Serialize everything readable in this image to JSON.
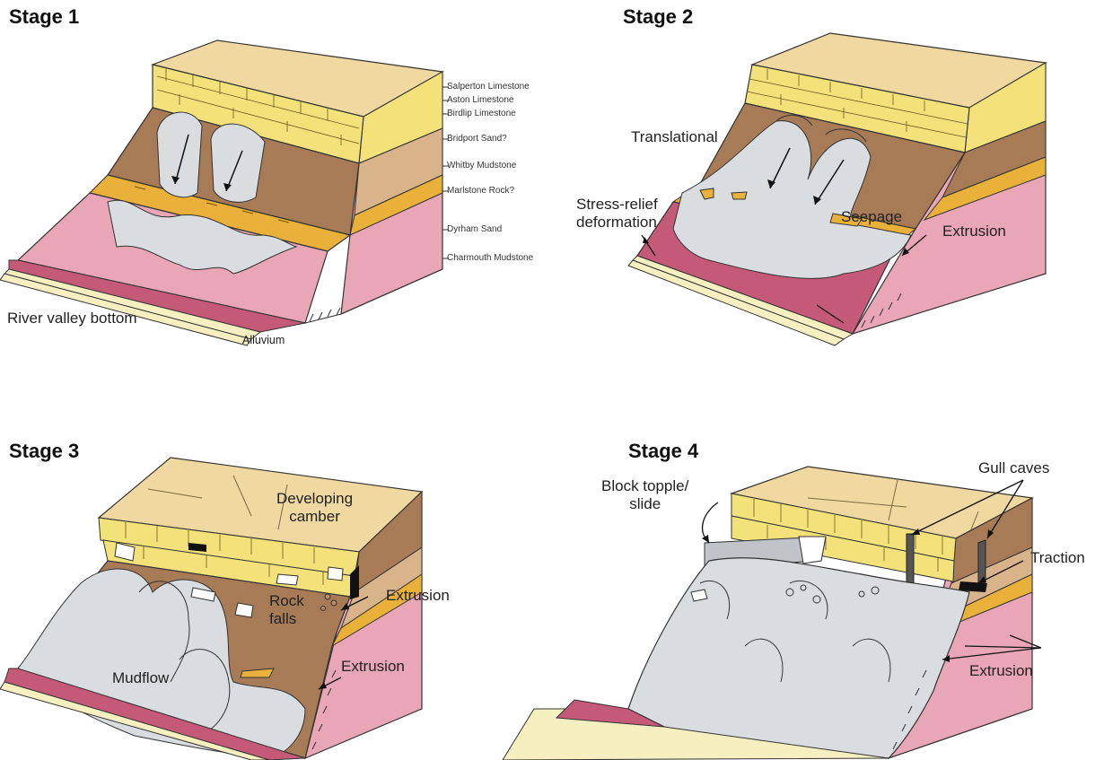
{
  "stages": [
    {
      "title": "Stage 1"
    },
    {
      "title": "Stage 2"
    },
    {
      "title": "Stage 3"
    },
    {
      "title": "Stage 4"
    }
  ],
  "stage1": {
    "strata": [
      "Salperton Limestone",
      "Aston Limestone",
      "Birdlip Limestone",
      "Bridport Sand?",
      "Whitby Mudstone",
      "Marlstone Rock?",
      "Dyrham Sand",
      "Charmouth Mudstone"
    ],
    "river_valley_bottom": "River valley bottom",
    "alluvium": "Alluvium"
  },
  "stage2": {
    "translational": "Translational",
    "stress_relief_line1": "Stress-relief",
    "stress_relief_line2": "deformation",
    "seepage": "Seepage",
    "extrusion": "Extrusion"
  },
  "stage3": {
    "developing_camber_line1": "Developing",
    "developing_camber_line2": "camber",
    "rock_falls_line1": "Rock",
    "rock_falls_line2": "falls",
    "extrusion_upper": "Extrusion",
    "extrusion_lower": "Extrusion",
    "mudflow": "Mudflow"
  },
  "stage4": {
    "block_topple_line1": "Block topple/",
    "block_topple_line2": "slide",
    "gull_caves": "Gull caves",
    "traction": "Traction",
    "extrusion": "Extrusion"
  },
  "colors": {
    "limestone_top": "#f0d9a0",
    "limestone": "#f3e27a",
    "mudstone_brown": "#a67b55",
    "sand_tan": "#d9b48a",
    "marlstone": "#e9b13a",
    "charmouth_pink": "#e9a6b6",
    "alluvium": "#f6f0c0",
    "landslide_grey": "#d9dde0",
    "deep_pink": "#c45a78"
  }
}
